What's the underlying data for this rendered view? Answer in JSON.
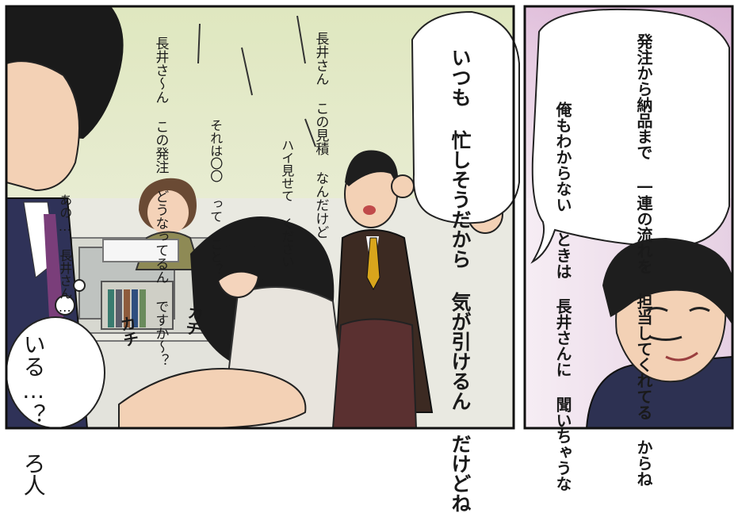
{
  "panels": {
    "left": {
      "main_bubble": [
        "いつも",
        "忙しそうだから",
        "気が引けるん",
        "だけどね"
      ],
      "speech_top_right": [
        "長井さん",
        "この見積",
        "なんだけど"
      ],
      "speech_top_left": [
        "長井さ〜ん",
        "この発注",
        "どうなってるん",
        "ですか〜？"
      ],
      "speech_mid_right": [
        "ハイ見せて",
        "ください"
      ],
      "speech_mid_left": [
        "それは〇〇",
        "って こと？"
      ],
      "speech_left": [
        "あの…",
        "長井さん…"
      ],
      "sfx_1": "カチ",
      "sfx_2": "カチ",
      "thought_bubble": [
        "いる…？",
        "ろ人"
      ]
    },
    "right": {
      "bubble_line1": [
        "発注から納品まで",
        "一連の流れを",
        "担当してくれてる",
        "からね"
      ],
      "bubble_line2": [
        "俺もわからない",
        "ときは",
        "長井さんに",
        "聞いちゃうな"
      ]
    }
  },
  "colors": {
    "wall_green": "#e7ecd0",
    "wall_pink": "#e4c6de",
    "suit_dark": "#3c2a22",
    "hair_dark": "#1e1e1e",
    "skin": "#f3d1b5"
  }
}
